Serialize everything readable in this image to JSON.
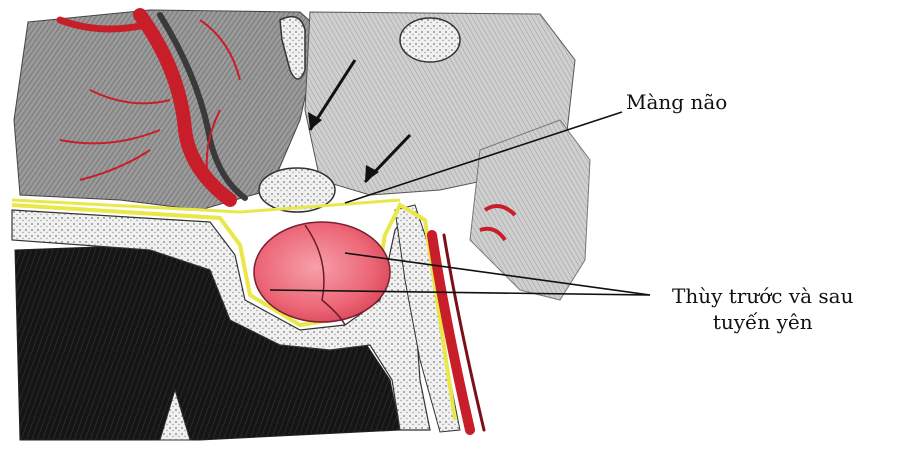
{
  "labels": {
    "meninges": "Màng não",
    "lobes_line1": "Thùy trước và sau",
    "lobes_line2": "tuyến yên"
  },
  "colors": {
    "artery": "#c81e2a",
    "pituitary": "#ee6e7c",
    "bone": "#e8e8e8",
    "dark_cavity": "#111111",
    "meninges_line": "#e8e84a",
    "brain_gray": "#8a8a8a",
    "leader_lines": "#111111"
  }
}
